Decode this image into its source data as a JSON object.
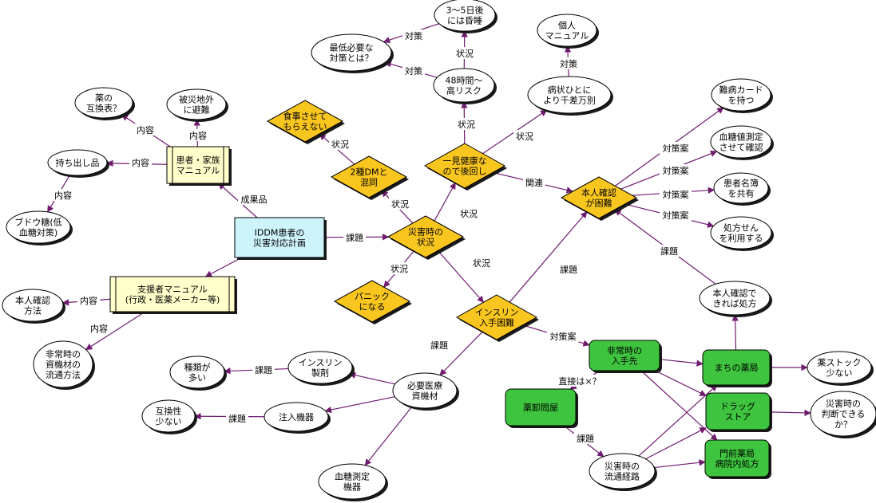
{
  "colors": {
    "ellipse_fill": "#ffffff",
    "diamond_fill": "#f9c61f",
    "green_fill": "#3ec43e",
    "center_fill": "#cdf3fb",
    "manual_fill": "#ffffcc",
    "shadow": "#1a1a1a",
    "edge": "#6f1b6f"
  },
  "nodes": [
    {
      "id": "iddm",
      "shape": "rect",
      "lines": [
        "IDDM患者の",
        "災害対応計画"
      ]
    },
    {
      "id": "patient_manual",
      "shape": "process",
      "lines": [
        "患者・家族",
        "マニュアル"
      ]
    },
    {
      "id": "support_manual",
      "shape": "process",
      "lines": [
        "支援者マニュアル",
        "(行政・医薬メーカー等)"
      ]
    },
    {
      "id": "kusuri_gokan",
      "shape": "ellipse",
      "lines": [
        "薬の",
        "互換表？"
      ]
    },
    {
      "id": "hisaichi",
      "shape": "ellipse",
      "lines": [
        "被災地外",
        "に避難"
      ]
    },
    {
      "id": "mochidashi",
      "shape": "ellipse",
      "lines": [
        "持ち出し品"
      ]
    },
    {
      "id": "budou",
      "shape": "ellipse",
      "lines": [
        "ブドウ糖(低",
        "血糖対策)"
      ]
    },
    {
      "id": "honnin_houhou",
      "shape": "ellipse",
      "lines": [
        "本人確認",
        "方法"
      ]
    },
    {
      "id": "hijouji_ryutsu",
      "shape": "ellipse",
      "lines": [
        "非常時の",
        "資機材の",
        "流通方法"
      ]
    },
    {
      "id": "saigaiji_jokyo",
      "shape": "diamond",
      "lines": [
        "災害時の",
        "状況"
      ]
    },
    {
      "id": "2shu_dm",
      "shape": "diamond",
      "lines": [
        "2種DMと",
        "混同"
      ]
    },
    {
      "id": "shokuji",
      "shape": "diamond",
      "lines": [
        "食事させて",
        "もらえない"
      ]
    },
    {
      "id": "panic",
      "shape": "diamond",
      "lines": [
        "パニック",
        "になる"
      ]
    },
    {
      "id": "ikken",
      "shape": "diamond",
      "lines": [
        "一見健康な",
        "ので後回し"
      ]
    },
    {
      "id": "insulin_konnan",
      "shape": "diamond",
      "lines": [
        "インスリン",
        "入手困難"
      ]
    },
    {
      "id": "honnin_konnan",
      "shape": "diamond",
      "lines": [
        "本人確認",
        "が困難"
      ]
    },
    {
      "id": "48h",
      "shape": "ellipse",
      "lines": [
        "48時間〜",
        "高リスク"
      ]
    },
    {
      "id": "3_5days",
      "shape": "ellipse",
      "lines": [
        "3〜5日後",
        "には昏睡"
      ]
    },
    {
      "id": "saitei",
      "shape": "ellipse",
      "lines": [
        "最低必要な",
        "対策とは？"
      ]
    },
    {
      "id": "byojo",
      "shape": "ellipse",
      "lines": [
        "病状ひとに",
        "より千差万別"
      ]
    },
    {
      "id": "kojin",
      "shape": "ellipse",
      "lines": [
        "個人",
        "マニュアル"
      ]
    },
    {
      "id": "nanbyo",
      "shape": "ellipse",
      "lines": [
        "難病カード",
        "を持つ"
      ]
    },
    {
      "id": "kettouchi",
      "shape": "ellipse",
      "lines": [
        "血糖値測定",
        "させて確認"
      ]
    },
    {
      "id": "meibo",
      "shape": "ellipse",
      "lines": [
        "患者名簿",
        "を共有"
      ]
    },
    {
      "id": "shohousen",
      "shape": "ellipse",
      "lines": [
        "処方せん",
        "を利用する"
      ]
    },
    {
      "id": "honnin_dekireba",
      "shape": "ellipse",
      "lines": [
        "本人確認で",
        "きれば処方"
      ]
    },
    {
      "id": "hitsuyou",
      "shape": "ellipse",
      "lines": [
        "必要医療",
        "資機材"
      ]
    },
    {
      "id": "insulin_seizai",
      "shape": "ellipse",
      "lines": [
        "インスリン",
        "製剤"
      ]
    },
    {
      "id": "shurui",
      "shape": "ellipse",
      "lines": [
        "種類が",
        "多い"
      ]
    },
    {
      "id": "chunyu",
      "shape": "ellipse",
      "lines": [
        "注入機器"
      ]
    },
    {
      "id": "gokansei",
      "shape": "ellipse",
      "lines": [
        "互換性",
        "少ない"
      ]
    },
    {
      "id": "kettou_sokutei",
      "shape": "ellipse",
      "lines": [
        "血糖測定",
        "機器"
      ]
    },
    {
      "id": "saigai_ryutsu",
      "shape": "ellipse",
      "lines": [
        "災害時の",
        "流通経路"
      ]
    },
    {
      "id": "hijouji_nyushu",
      "shape": "green",
      "lines": [
        "非常時の",
        "入手先"
      ]
    },
    {
      "id": "yakuoroshi",
      "shape": "green",
      "lines": [
        "薬卸問屋"
      ]
    },
    {
      "id": "machi",
      "shape": "green",
      "lines": [
        "まちの薬局"
      ]
    },
    {
      "id": "drug",
      "shape": "green",
      "lines": [
        "ドラッグ",
        "ストア"
      ]
    },
    {
      "id": "monzen",
      "shape": "green",
      "lines": [
        "門前薬局",
        "病院内処方"
      ]
    },
    {
      "id": "stock",
      "shape": "ellipse",
      "lines": [
        "薬ストック",
        "少ない"
      ]
    },
    {
      "id": "handan",
      "shape": "ellipse",
      "lines": [
        "災害時の",
        "判断できる",
        "か？"
      ]
    }
  ],
  "edges": [
    {
      "from": "iddm",
      "to": "patient_manual",
      "label": "成果品"
    },
    {
      "from": "iddm",
      "to": "support_manual",
      "label": ""
    },
    {
      "from": "iddm",
      "to": "saigaiji_jokyo",
      "label": "課題"
    },
    {
      "from": "patient_manual",
      "to": "kusuri_gokan",
      "label": "内容"
    },
    {
      "from": "patient_manual",
      "to": "hisaichi",
      "label": "内容"
    },
    {
      "from": "patient_manual",
      "to": "mochidashi",
      "label": "内容"
    },
    {
      "from": "mochidashi",
      "to": "budou",
      "label": "内容"
    },
    {
      "from": "support_manual",
      "to": "honnin_houhou",
      "label": "内容"
    },
    {
      "from": "support_manual",
      "to": "hijouji_ryutsu",
      "label": "内容"
    },
    {
      "from": "saigaiji_jokyo",
      "to": "2shu_dm",
      "label": "状況"
    },
    {
      "from": "2shu_dm",
      "to": "shokuji",
      "label": "状況"
    },
    {
      "from": "saigaiji_jokyo",
      "to": "panic",
      "label": "状況"
    },
    {
      "from": "saigaiji_jokyo",
      "to": "ikken",
      "label": "状況"
    },
    {
      "from": "saigaiji_jokyo",
      "to": "insulin_konnan",
      "label": "状況"
    },
    {
      "from": "ikken",
      "to": "48h",
      "label": "状況"
    },
    {
      "from": "48h",
      "to": "3_5days",
      "label": "状況"
    },
    {
      "from": "48h",
      "to": "saitei",
      "label": "対策"
    },
    {
      "from": "3_5days",
      "to": "saitei",
      "label": "対策"
    },
    {
      "from": "ikken",
      "to": "byojo",
      "label": "状況"
    },
    {
      "from": "byojo",
      "to": "kojin",
      "label": "対策"
    },
    {
      "from": "ikken",
      "to": "honnin_konnan",
      "label": "関連"
    },
    {
      "from": "honnin_konnan",
      "to": "nanbyo",
      "label": "対策案"
    },
    {
      "from": "honnin_konnan",
      "to": "kettouchi",
      "label": "対策案"
    },
    {
      "from": "honnin_konnan",
      "to": "meibo",
      "label": "対策案"
    },
    {
      "from": "honnin_konnan",
      "to": "shohousen",
      "label": "対策案"
    },
    {
      "from": "honnin_dekireba",
      "to": "honnin_konnan",
      "label": "課題"
    },
    {
      "from": "insulin_konnan",
      "to": "honnin_konnan",
      "label": "課題"
    },
    {
      "from": "insulin_konnan",
      "to": "hitsuyou",
      "label": "課題"
    },
    {
      "from": "insulin_konnan",
      "to": "hijouji_nyushu",
      "label": "対策案"
    },
    {
      "from": "hitsuyou",
      "to": "insulin_seizai",
      "label": ""
    },
    {
      "from": "hitsuyou",
      "to": "chunyu",
      "label": ""
    },
    {
      "from": "hitsuyou",
      "to": "kettou_sokutei",
      "label": ""
    },
    {
      "from": "insulin_seizai",
      "to": "shurui",
      "label": "課題"
    },
    {
      "from": "chunyu",
      "to": "gokansei",
      "label": "課題"
    },
    {
      "from": "hijouji_nyushu",
      "to": "yakuoroshi",
      "label": "直接は×？"
    },
    {
      "from": "yakuoroshi",
      "to": "saigai_ryutsu",
      "label": "課題"
    },
    {
      "from": "hijouji_nyushu",
      "to": "machi",
      "label": ""
    },
    {
      "from": "hijouji_nyushu",
      "to": "drug",
      "label": ""
    },
    {
      "from": "hijouji_nyushu",
      "to": "monzen",
      "label": ""
    },
    {
      "from": "saigai_ryutsu",
      "to": "machi",
      "label": ""
    },
    {
      "from": "saigai_ryutsu",
      "to": "drug",
      "label": ""
    },
    {
      "from": "saigai_ryutsu",
      "to": "monzen",
      "label": ""
    },
    {
      "from": "machi",
      "to": "honnin_dekireba",
      "label": ""
    },
    {
      "from": "machi",
      "to": "stock",
      "label": ""
    },
    {
      "from": "drug",
      "to": "handan",
      "label": ""
    }
  ]
}
